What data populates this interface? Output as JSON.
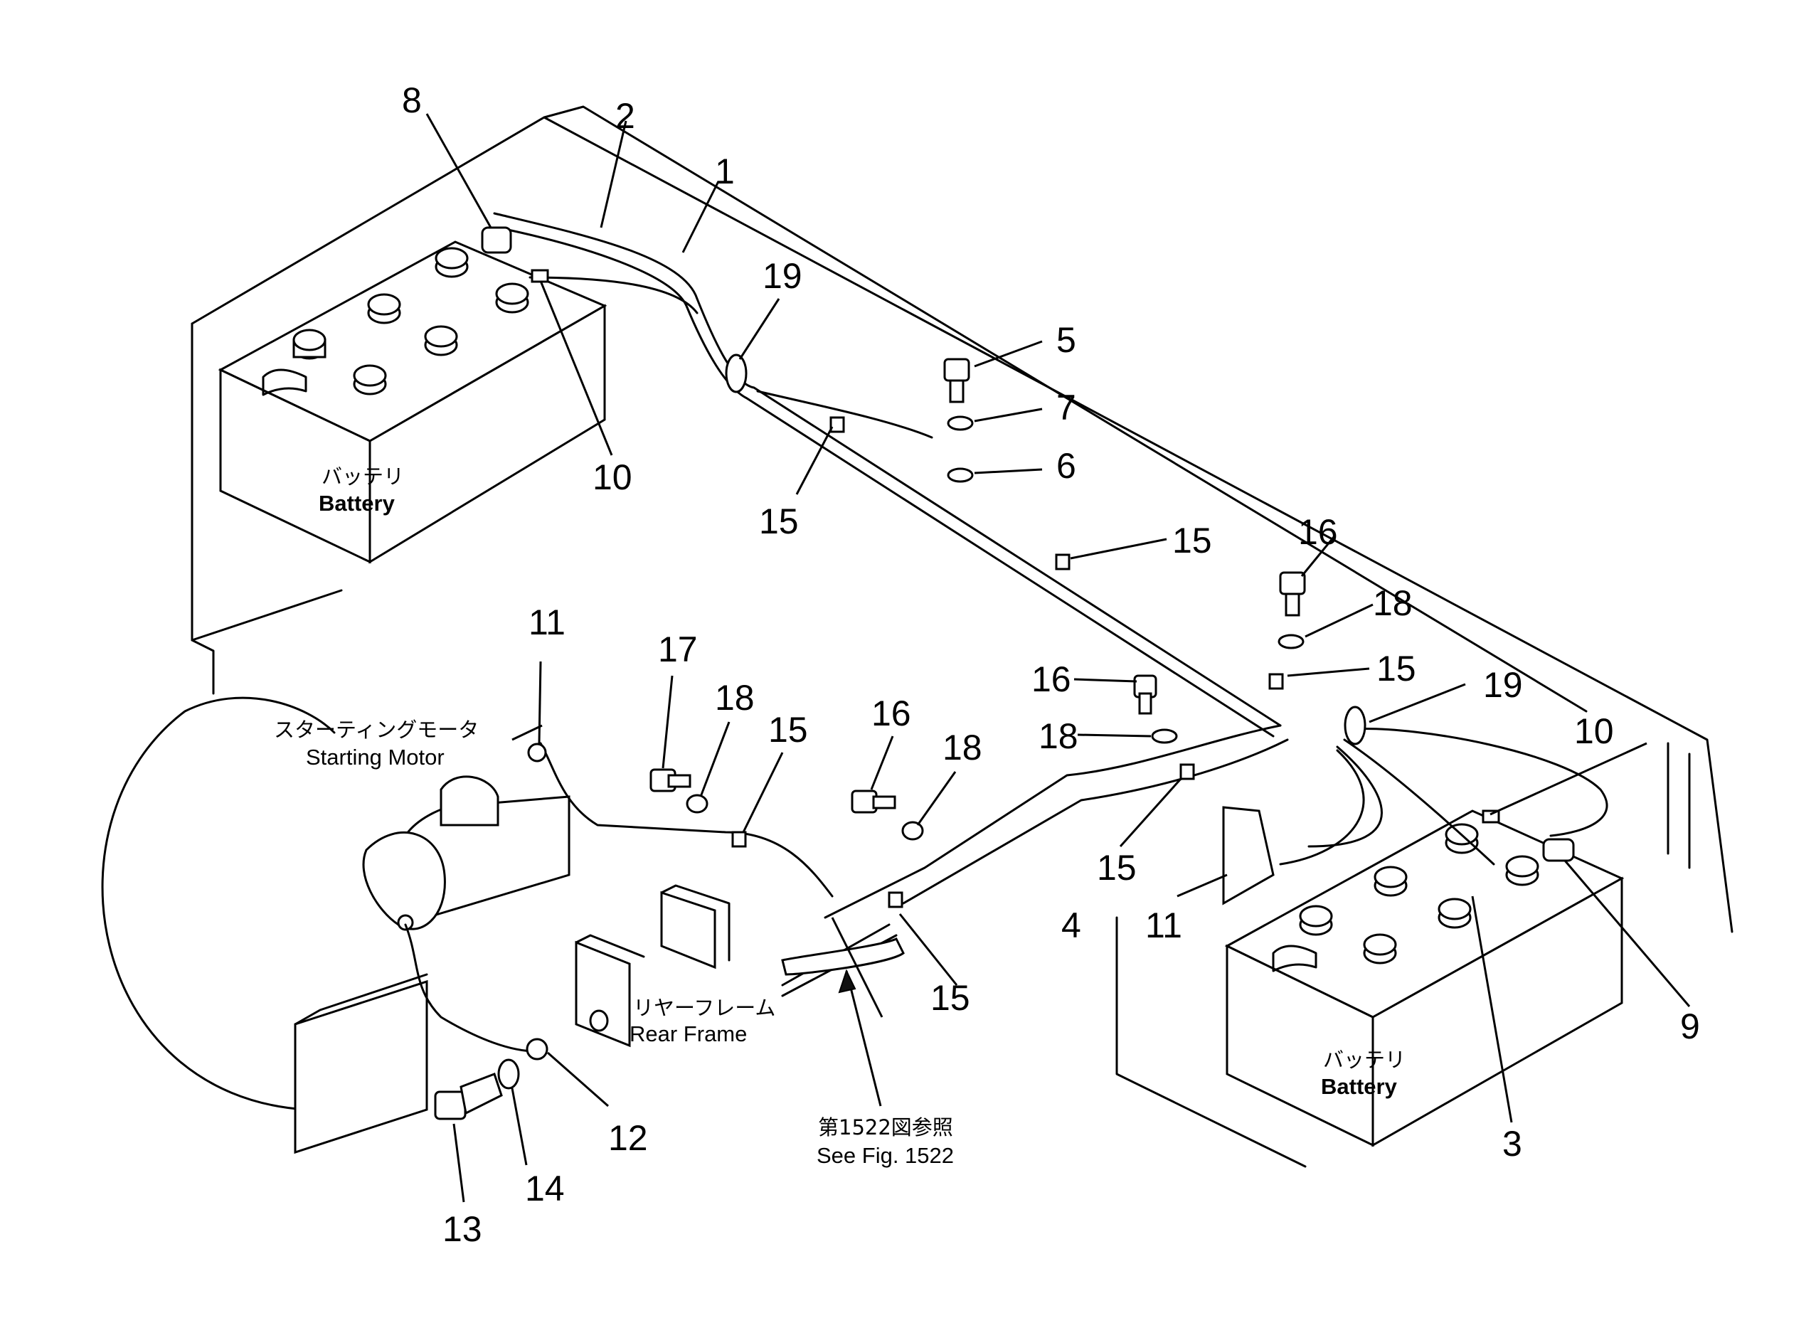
{
  "labels": {
    "battery_left_jp": "バッテリ",
    "battery_left_en": "Battery",
    "battery_right_jp": "バッテリ",
    "battery_right_en": "Battery",
    "starting_motor_jp": "スターティングモータ",
    "starting_motor_en": "Starting Motor",
    "rear_frame_jp": "リヤーフレーム",
    "rear_frame_en": "Rear Frame",
    "see_fig_jp": "第1522図参照",
    "see_fig_en": "See Fig. 1522"
  },
  "callouts": [
    "8",
    "2",
    "1",
    "19",
    "5",
    "7",
    "6",
    "10",
    "15",
    "15",
    "16",
    "18",
    "15",
    "19",
    "17",
    "18",
    "16",
    "18",
    "15",
    "11",
    "16",
    "18",
    "15",
    "10",
    "11",
    "4",
    "15",
    "9",
    "3",
    "12",
    "13",
    "14"
  ]
}
